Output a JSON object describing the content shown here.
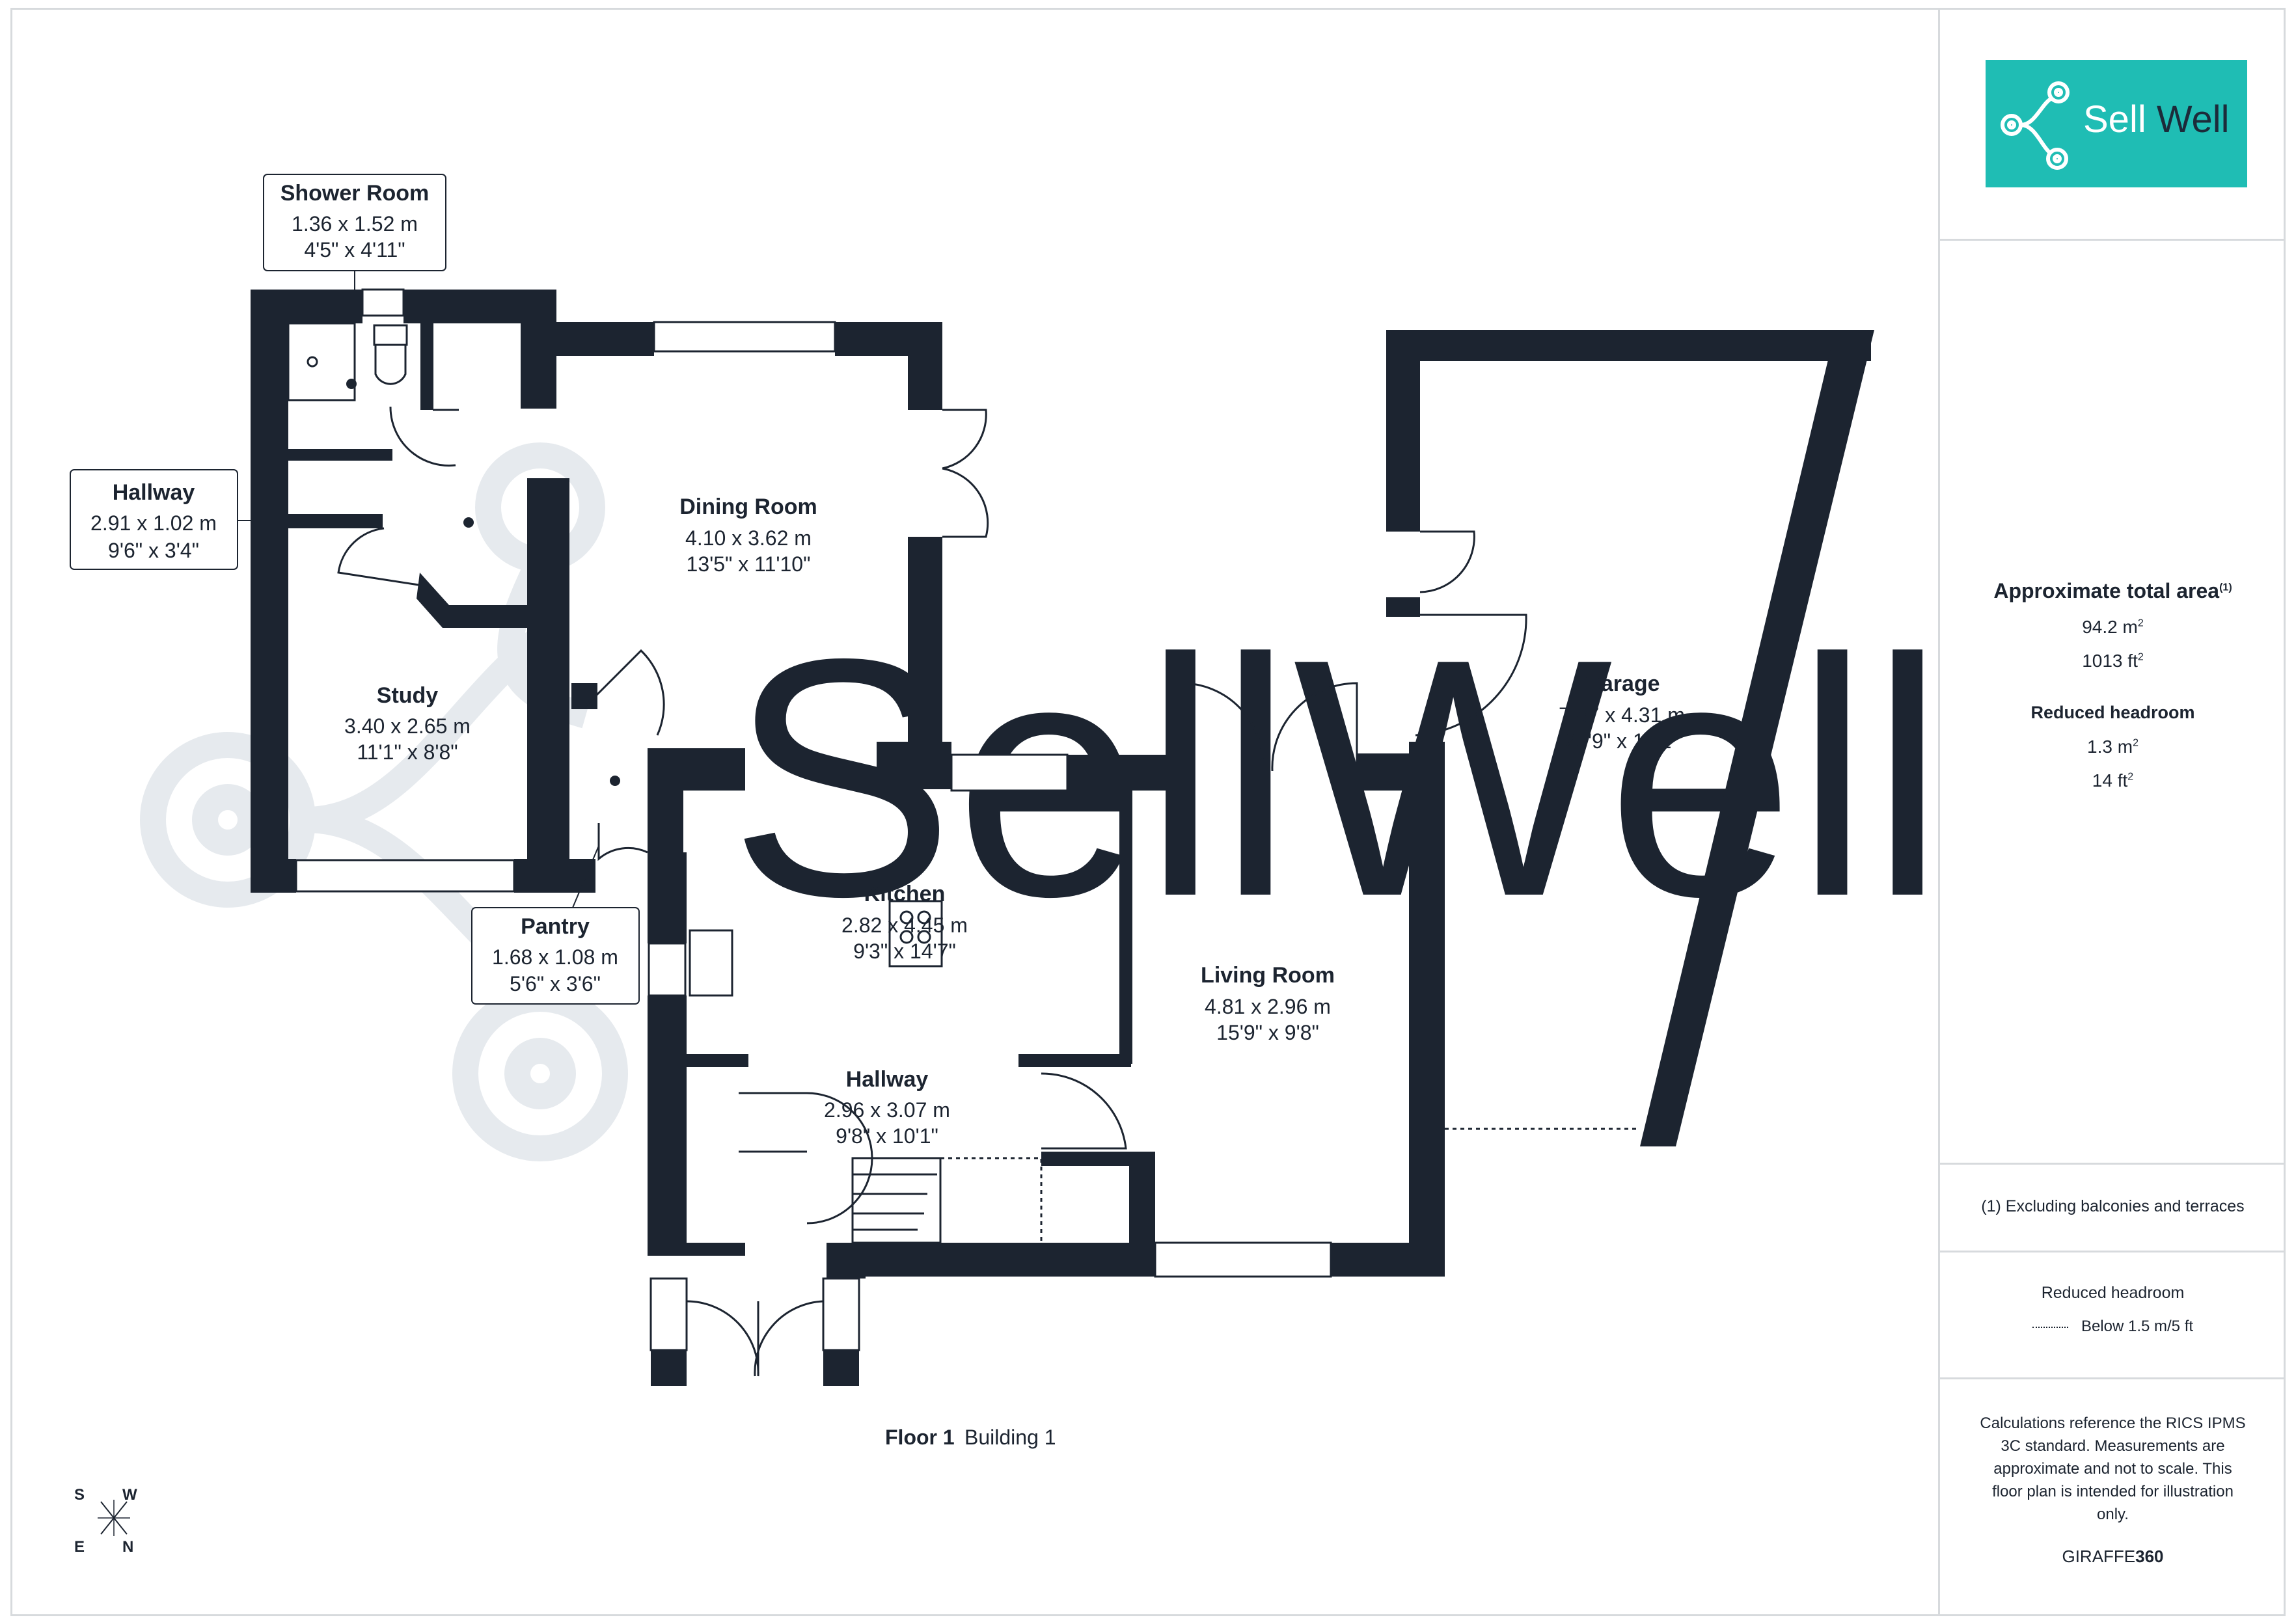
{
  "brand": {
    "name_part1": "Sell",
    "name_part2": " Well",
    "color": "#1fbdb4",
    "watermark": "SellWell"
  },
  "rooms": [
    {
      "id": "shower-room",
      "name": "Shower Room",
      "metric": "1.36 x 1.52 m",
      "imperial": "4'5\" x 4'11\""
    },
    {
      "id": "hallway-upper",
      "name": "Hallway",
      "metric": "2.91 x 1.02 m",
      "imperial": "9'6\" x 3'4\""
    },
    {
      "id": "dining-room",
      "name": "Dining Room",
      "metric": "4.10 x 3.62 m",
      "imperial": "13'5\" x 11'10\""
    },
    {
      "id": "study",
      "name": "Study",
      "metric": "3.40 x 2.65 m",
      "imperial": "11'1\" x 8'8\""
    },
    {
      "id": "pantry",
      "name": "Pantry",
      "metric": "1.68 x 1.08 m",
      "imperial": "5'6\" x 3'6\""
    },
    {
      "id": "kitchen",
      "name": "Kitchen",
      "metric": "2.82 x 4.45 m",
      "imperial": "9'3\" x 14'7\""
    },
    {
      "id": "hallway-lower",
      "name": "Hallway",
      "metric": "2.96 x 3.07 m",
      "imperial": "9'8\" x 10'1\""
    },
    {
      "id": "living-room",
      "name": "Living Room",
      "metric": "4.81 x 2.96 m",
      "imperial": "15'9\" x 9'8\""
    },
    {
      "id": "garage",
      "name": "Garage",
      "metric": "7.87 x 4.31 m",
      "imperial": "25'9\" x 14'1\""
    }
  ],
  "floor": {
    "label": "Floor 1",
    "building": "Building 1"
  },
  "compass": {
    "s": "S",
    "w": "W",
    "e": "E",
    "n": "N"
  },
  "area": {
    "title": "Approximate total area",
    "footnote_marker": "(1)",
    "sqm_value": "94.2 m",
    "sqft_value": "1013 ft",
    "squared": "2",
    "reduced_title": "Reduced headroom",
    "reduced_sqm_value": "1.3 m",
    "reduced_sqft_value": "14 ft"
  },
  "footnote": "(1) Excluding balconies and terraces",
  "legend": {
    "title": "Reduced headroom",
    "item": "Below 1.5 m/5 ft"
  },
  "disclaimer": [
    "Calculations reference the RICS IPMS",
    "3C standard. Measurements are",
    "approximate and not to scale. This",
    "floor plan is intended for illustration",
    "only."
  ],
  "credit": {
    "part1": "GIRAFFE",
    "part2": "360"
  },
  "colors": {
    "wall": "#1c2430",
    "watermark": "#e6eaee",
    "border": "#d7dadd"
  }
}
